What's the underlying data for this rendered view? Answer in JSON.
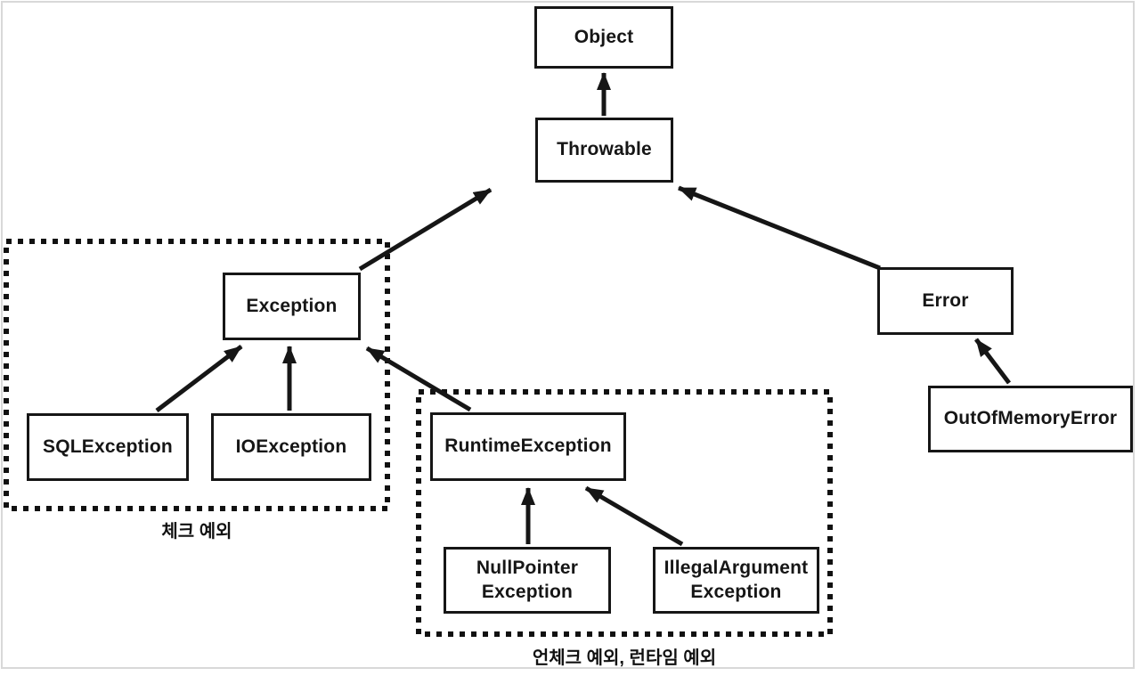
{
  "diagram": {
    "type": "class-hierarchy",
    "subject": "Java exception hierarchy",
    "colors": {
      "line": "#161616",
      "box_background": "#ffffff",
      "text": "#161616",
      "frame_border": "#d8d8d8",
      "page_background": "#ffffff"
    },
    "nodes": {
      "object": {
        "label": "Object"
      },
      "throwable": {
        "label": "Throwable"
      },
      "exception": {
        "label": "Exception"
      },
      "sql_exception": {
        "label": "SQLException"
      },
      "io_exception": {
        "label": "IOException"
      },
      "runtime_exception": {
        "label": "RuntimeException"
      },
      "null_pointer_exception": {
        "line1": "NullPointer",
        "line2": "Exception"
      },
      "illegal_argument_exception": {
        "line1": "IllegalArgument",
        "line2": "Exception"
      },
      "error": {
        "label": "Error"
      },
      "out_of_memory_error": {
        "label": "OutOfMemoryError"
      }
    },
    "groups": {
      "checked": {
        "label": "체크 예외",
        "members": [
          "Exception",
          "SQLException",
          "IOException"
        ]
      },
      "unchecked": {
        "label": "언체크 예외, 런타임 예외",
        "members": [
          "RuntimeException",
          "NullPointerException",
          "IllegalArgumentException"
        ]
      }
    },
    "edges": [
      {
        "from": "Throwable",
        "to": "Object"
      },
      {
        "from": "Exception",
        "to": "Throwable"
      },
      {
        "from": "Error",
        "to": "Throwable"
      },
      {
        "from": "SQLException",
        "to": "Exception"
      },
      {
        "from": "IOException",
        "to": "Exception"
      },
      {
        "from": "RuntimeException",
        "to": "Exception"
      },
      {
        "from": "NullPointerException",
        "to": "RuntimeException"
      },
      {
        "from": "IllegalArgumentException",
        "to": "RuntimeException"
      },
      {
        "from": "OutOfMemoryError",
        "to": "Error"
      }
    ]
  }
}
